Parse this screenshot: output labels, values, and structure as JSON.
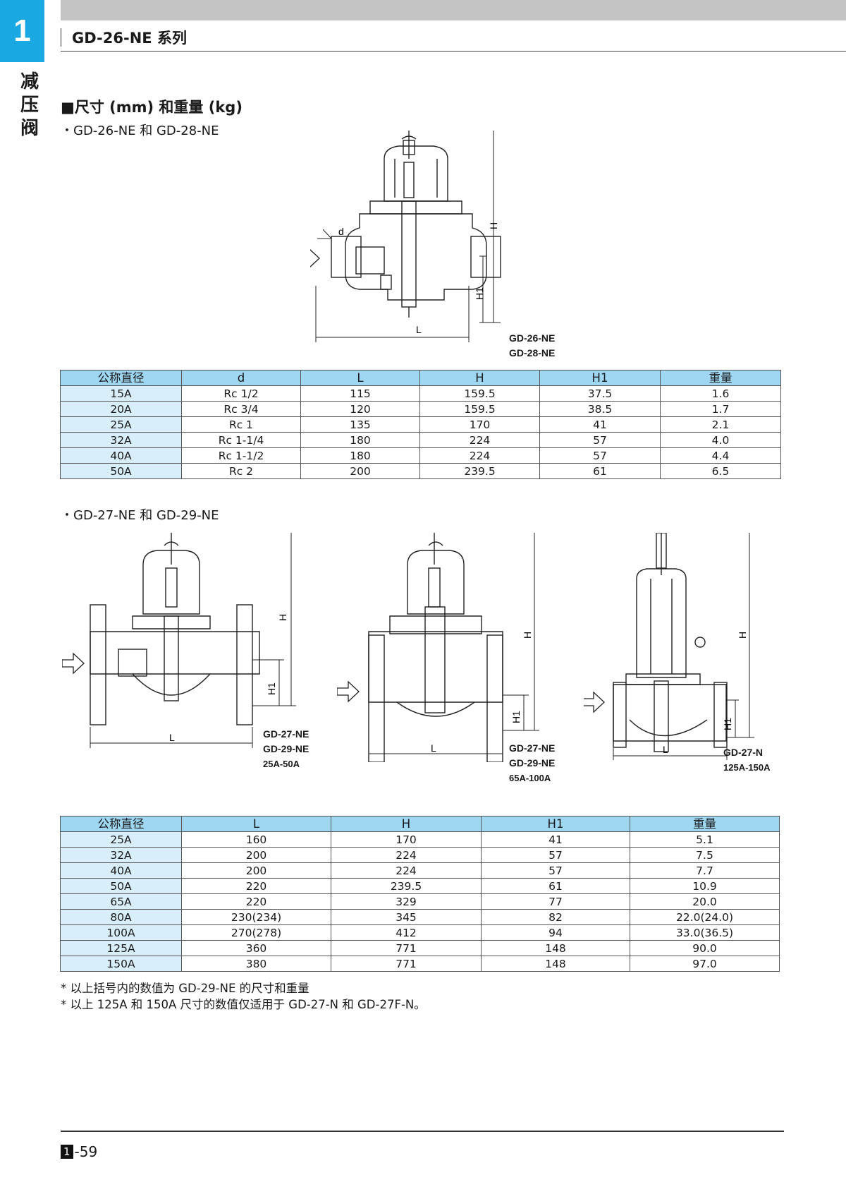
{
  "header": {
    "chapter_number": "1",
    "series_title": "GD-26-NE 系列",
    "vertical_label": "减压阀"
  },
  "section_heading": "■尺寸 (mm) 和重量 (kg)",
  "group1": {
    "subtitle": "・GD-26-NE 和 GD-28-NE",
    "drawing": {
      "labels": {
        "d": "d",
        "H": "H",
        "H1": "H1",
        "L": "L"
      },
      "models": [
        "GD-26-NE",
        "GD-28-NE"
      ]
    },
    "table": {
      "headers": [
        "公称直径",
        "d",
        "L",
        "H",
        "H1",
        "重量"
      ],
      "rows": [
        [
          "15A",
          "Rc 1/2",
          "115",
          "159.5",
          "37.5",
          "1.6"
        ],
        [
          "20A",
          "Rc 3/4",
          "120",
          "159.5",
          "38.5",
          "1.7"
        ],
        [
          "25A",
          "Rc 1",
          "135",
          "170",
          "41",
          "2.1"
        ],
        [
          "32A",
          "Rc 1-1/4",
          "180",
          "224",
          "57",
          "4.0"
        ],
        [
          "40A",
          "Rc 1-1/2",
          "180",
          "224",
          "57",
          "4.4"
        ],
        [
          "50A",
          "Rc 2",
          "200",
          "239.5",
          "61",
          "6.5"
        ]
      ]
    }
  },
  "group2": {
    "subtitle": "・GD-27-NE 和 GD-29-NE",
    "drawings": [
      {
        "labels": {
          "H": "H",
          "H1": "H1",
          "L": "L"
        },
        "models": [
          "GD-27-NE",
          "GD-29-NE"
        ],
        "range": "25A-50A"
      },
      {
        "labels": {
          "H": "H",
          "H1": "H1",
          "L": "L"
        },
        "models": [
          "GD-27-NE",
          "GD-29-NE"
        ],
        "range": "65A-100A"
      },
      {
        "labels": {
          "H": "H",
          "H1": "H1",
          "L": "L"
        },
        "models": [
          "GD-27-N"
        ],
        "range": "125A-150A"
      }
    ],
    "table": {
      "headers": [
        "公称直径",
        "L",
        "H",
        "H1",
        "重量"
      ],
      "rows": [
        [
          "25A",
          "160",
          "170",
          "41",
          "5.1"
        ],
        [
          "32A",
          "200",
          "224",
          "57",
          "7.5"
        ],
        [
          "40A",
          "200",
          "224",
          "57",
          "7.7"
        ],
        [
          "50A",
          "220",
          "239.5",
          "61",
          "10.9"
        ],
        [
          "65A",
          "220",
          "329",
          "77",
          "20.0"
        ],
        [
          "80A",
          "230(234)",
          "345",
          "82",
          "22.0(24.0)"
        ],
        [
          "100A",
          "270(278)",
          "412",
          "94",
          "33.0(36.5)"
        ],
        [
          "125A",
          "360",
          "771",
          "148",
          "90.0"
        ],
        [
          "150A",
          "380",
          "771",
          "148",
          "97.0"
        ]
      ]
    }
  },
  "notes": [
    "* 以上括号内的数值为 GD-29-NE 的尺寸和重量",
    "* 以上 125A 和 150A 尺寸的数值仅适用于 GD-27-N 和 GD-27F-N。"
  ],
  "footer": {
    "page_box": "1",
    "page_suffix": "-59"
  },
  "colors": {
    "accent": "#1aa8e3",
    "table_header": "#9fd7f3",
    "table_first_col": "#d8eefa",
    "top_bar": "#c4c4c4"
  }
}
